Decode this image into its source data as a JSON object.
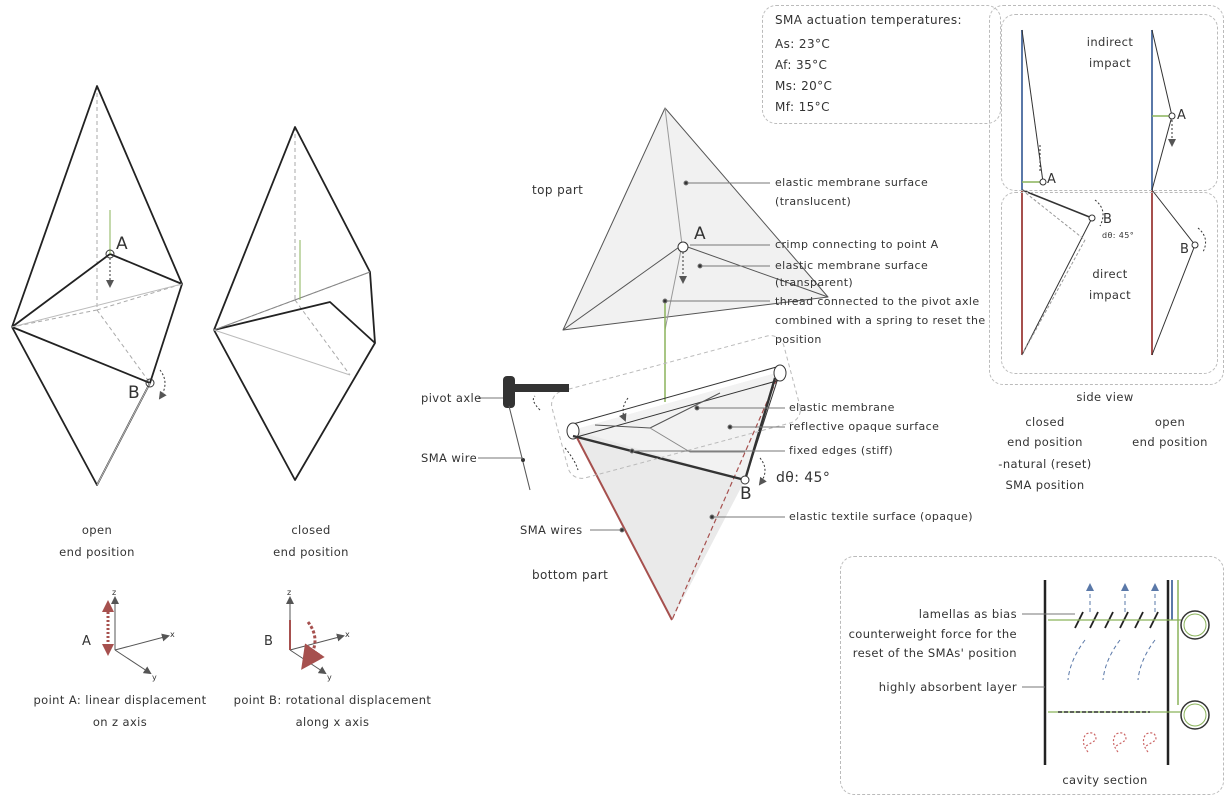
{
  "temps": {
    "title": "SMA actuation temperatures:",
    "lines": [
      "As: 23°C",
      "Af: 35°C",
      "Ms: 20°C",
      "Mf: 15°C"
    ]
  },
  "left": {
    "open_caption": [
      "open",
      "end position"
    ],
    "closed_caption": [
      "closed",
      "end position"
    ],
    "point_a": "A",
    "point_b": "B",
    "axes_a": {
      "label": "A",
      "z": "z",
      "x": "x",
      "y": "y"
    },
    "axes_b": {
      "label": "B",
      "z": "z",
      "x": "x",
      "y": "y"
    },
    "desc_a": [
      "point A: linear displacement",
      "on z axis"
    ],
    "desc_b": [
      "point B: rotational displacement",
      "along x axis"
    ]
  },
  "middle": {
    "top_part": "top part",
    "bottom_part": "bottom part",
    "point_a": "A",
    "point_b": "B",
    "dtheta": "dθ: 45°",
    "pivot_axle": "pivot axle",
    "sma_wire": "SMA wire",
    "sma_wires": "SMA wires",
    "callouts": [
      [
        "elastic membrane surface",
        "(translucent)"
      ],
      [
        "crimp connecting to point A"
      ],
      [
        "elastic membrane surface",
        "(transparent)"
      ],
      [
        "thread connected to the pivot axle",
        "combined with a spring to reset the",
        "position"
      ],
      [
        "elastic membrane"
      ],
      [
        "reflective opaque surface"
      ],
      [
        "fixed edges (stiff)"
      ],
      [
        "elastic textile surface (opaque)"
      ]
    ]
  },
  "side": {
    "indirect": [
      "indirect",
      "impact"
    ],
    "direct": [
      "direct",
      "impact"
    ],
    "point_a1": "A",
    "point_a2": "A",
    "point_b1": "B",
    "point_b2": "B",
    "dtheta_small": "dθ: 45°",
    "title": "side view",
    "closed_caption": [
      "closed",
      "end position",
      "-natural (reset)",
      "SMA position"
    ],
    "open_caption": [
      "open",
      "end position"
    ]
  },
  "cavity": {
    "callout1": [
      "lamellas as bias",
      "counterweight force for the",
      "reset of the SMAs' position"
    ],
    "callout2": "highly absorbent layer",
    "title": "cavity section"
  },
  "colors": {
    "sma_red": "#a6504e",
    "thread_green": "#8ab35a",
    "blue": "#5a78a8"
  }
}
